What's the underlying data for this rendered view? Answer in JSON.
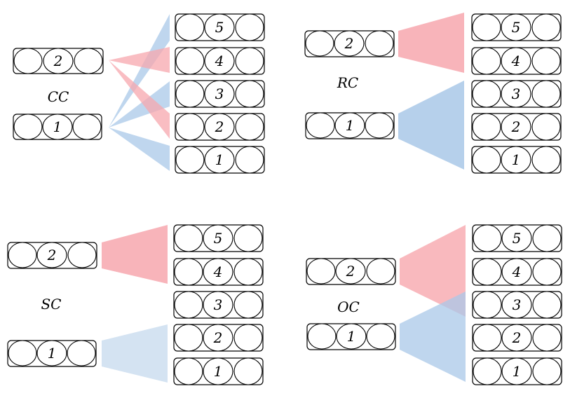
{
  "colors": {
    "red": "#f7a7ae",
    "blue": "#a9c8e8",
    "light_blue": "#cfe0f1",
    "stroke": "#000000"
  },
  "panels": [
    {
      "label": "CC",
      "sources": [
        "2",
        "1"
      ],
      "targets": [
        "5",
        "4",
        "3",
        "2",
        "1"
      ]
    },
    {
      "label": "RC",
      "sources": [
        "2",
        "1"
      ],
      "targets": [
        "5",
        "4",
        "3",
        "2",
        "1"
      ]
    },
    {
      "label": "SC",
      "sources": [
        "2",
        "1"
      ],
      "targets": [
        "5",
        "4",
        "3",
        "2",
        "1"
      ]
    },
    {
      "label": "OC",
      "sources": [
        "2",
        "1"
      ],
      "targets": [
        "5",
        "4",
        "3",
        "2",
        "1"
      ]
    }
  ]
}
